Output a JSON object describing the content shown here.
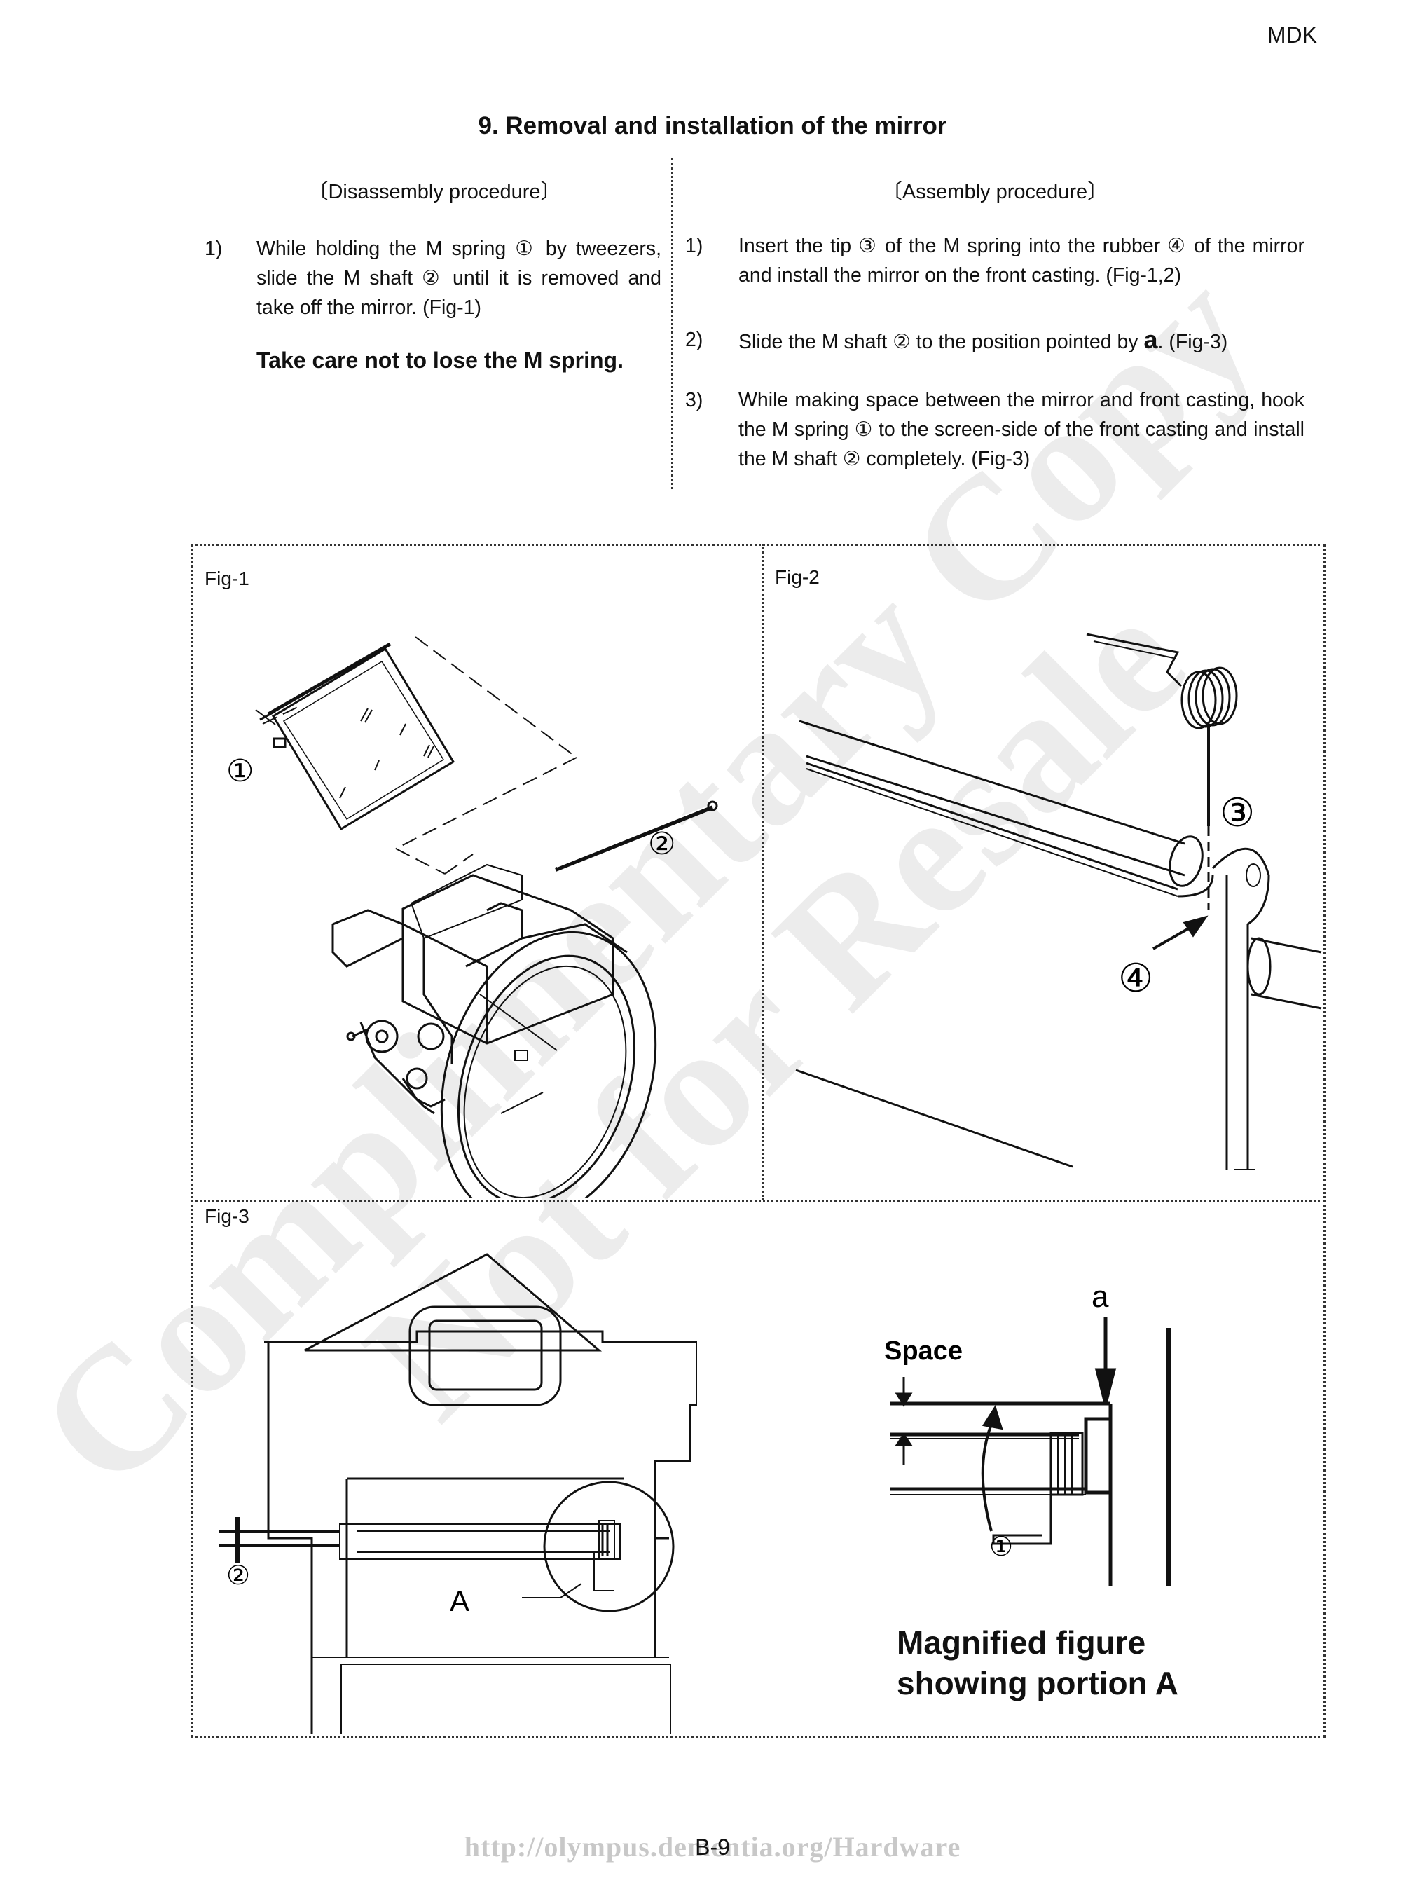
{
  "header": {
    "code": "MDK"
  },
  "section": {
    "title": "9. Removal and installation of the mirror"
  },
  "disassembly": {
    "heading": "〔Disassembly procedure〕",
    "steps": [
      {
        "num": "1)",
        "text": "While holding the M spring ① by tweezers, slide the M shaft ② until it is removed and take off the mirror. (Fig-1)"
      }
    ],
    "caution": "Take care not to lose the M spring."
  },
  "assembly": {
    "heading": "〔Assembly procedure〕",
    "steps": [
      {
        "num": "1)",
        "text": "Insert the tip ③ of the M spring into the rubber ④ of the mirror and install the mirror on the front casting. (Fig-1,2)"
      },
      {
        "num": "2)",
        "text_before": "Slide the M shaft ② to the position pointed by ",
        "mark": "a",
        "text_after": ". (Fig-3)"
      },
      {
        "num": "3)",
        "text": "While making space between the mirror and front casting, hook the M spring ① to the screen-side of the front casting and install the M shaft ② completely. (Fig-3)"
      }
    ]
  },
  "figures": {
    "fig1": {
      "label": "Fig-1",
      "callouts": [
        "①",
        "②"
      ]
    },
    "fig2": {
      "label": "Fig-2",
      "callouts": [
        "③",
        "④"
      ]
    },
    "fig3": {
      "label": "Fig-3",
      "callouts": [
        "②",
        "A",
        "a",
        "Space",
        "①"
      ],
      "caption_line1": "Magnified figure",
      "caption_line2": "showing portion A"
    }
  },
  "footer": {
    "page_number": "B-9",
    "watermark_url": "http://olympus.dementia.org/Hardware"
  },
  "watermark": {
    "line1": "Complimentary Copy",
    "line2": "Not for Resale",
    "color": "#ececec"
  }
}
